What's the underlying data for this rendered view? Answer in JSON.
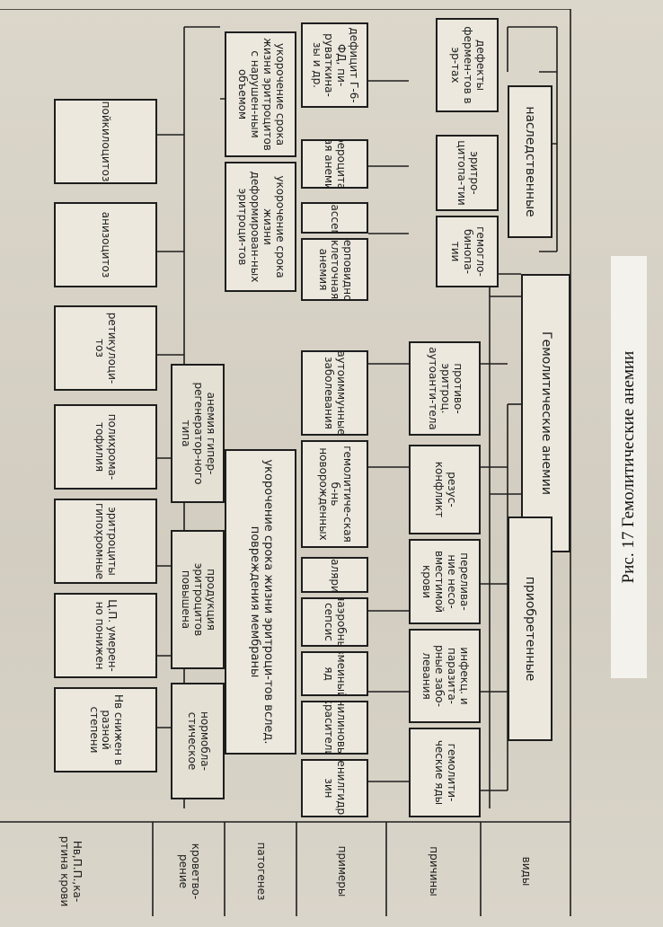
{
  "figure": {
    "caption": "Рис. 17 Гемолитические анемии"
  },
  "rows": {
    "vidy": "виды",
    "prichiny": "причины",
    "primery": "примеры",
    "patogenez": "патогенез",
    "krovetvorenie": "кроветво-рение",
    "kartina_krovi": "Нв,П.П.,ка-ртина крови"
  },
  "root": "Гемолитические анемии",
  "types": {
    "acquired": "приобретенные",
    "hereditary": "наследственные"
  },
  "causes": {
    "hemolytic_poisons": "гемолити-ческие яды",
    "infections": "инфекц. и паразита-рные забо-левания",
    "transfusion": "перелива-ние несо-вместимой крови",
    "rhesus": "резус-конфликт",
    "antibodies": "противо-эритроц. аутоанти-тела",
    "hemoglobinopathies": "гемогло-бинопа-тии",
    "erythrocytopathies": "эритро-цитопа-тии",
    "enzyme_defects": "дефекты фермен-тов в эр-тах"
  },
  "examples": {
    "phenylhydrazine": "фенилгидра-зин",
    "aniline_dyes": "анилиновые красители",
    "snake_venom": "змеиный яд",
    "anaerobic_sepsis": "анаэробный сепсис",
    "malaria": "малярия",
    "hdn": "гемолитиче-ская б-нь новорожденных",
    "autoimmune": "аутоиммунные заболевания",
    "sickle_cell": "серповидно-клеточная анемия",
    "thalassemia": "талассемия",
    "spherocytic": "сфероцитар-ная анемия",
    "g6pd": "дефицит Г-6-ФД, пи-руваткина-зы и др."
  },
  "pathogenesis": {
    "membrane_damage": "укорочение срока жизни эритроци-тов вслед. повреждения мембраны",
    "deformed": "укорочение срока жизни деформирован-ных эритроци-тов",
    "volume": "укорочение срока жизни эритроцитов с нарушен-ным объемом"
  },
  "hematopoiesis": {
    "normoblastic": "нормобла-стическое",
    "increased": "продукция эритроцитов повышена",
    "hyperregenerative": "анемия гипер-регенератор-ного типа"
  },
  "blood_picture": {
    "hb": "Нв снижен в разной степени",
    "ci": "Ц.П. умерен-но понижен",
    "hypochromia": "эритроциты гипохромные",
    "polychromatophilia": "полихрома-тофилия",
    "reticulocytosis": "ретикулоци-тоз",
    "anisocytosis": "анизоцитоз",
    "poikilocytosis": "пойкилоцитоз"
  }
}
